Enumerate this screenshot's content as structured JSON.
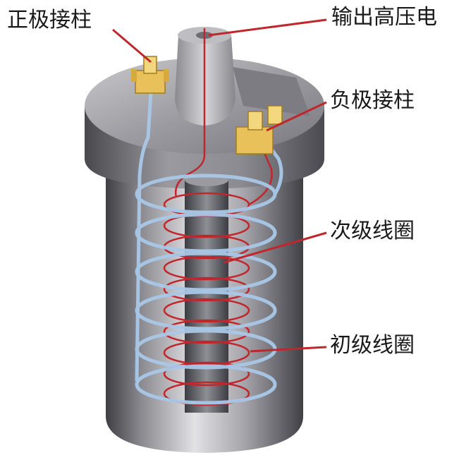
{
  "labels": {
    "positive_terminal": "正极接柱",
    "high_voltage_output": "输出高压电",
    "negative_terminal": "负极接柱",
    "secondary_coil": "次级线圈",
    "primary_coil": "初级线圈"
  },
  "colors": {
    "leader_line": "#c0272d",
    "body_dark": "#6f6f74",
    "body_light": "#d9d9dc",
    "terminal": "#e8c15a",
    "primary_wire": "#8fb7df",
    "secondary_wire": "#c0272d"
  }
}
